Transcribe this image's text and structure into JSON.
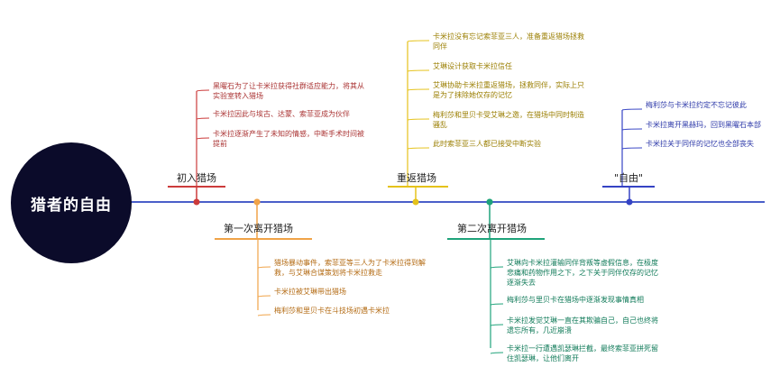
{
  "root": {
    "label": "猎者的自由"
  },
  "colors": {
    "timeline": "#4a5fc9",
    "red": "#cc3b3b",
    "orange": "#f0a348",
    "yellow": "#e5c21a",
    "green": "#1fa37a",
    "blue": "#3543c4"
  },
  "branches": [
    {
      "id": "b1",
      "label": "初入猎场",
      "color": "red",
      "leaves": [
        [
          "黑曜石为了让卡米拉获得社群适应能力，将其从",
          "实验室转入猎场"
        ],
        [
          "卡米拉因此与埃古、达蒙、索菲亚成为伙伴"
        ],
        [
          "卡米拉逐渐产生了未知的情感，中断手术时间被",
          "提前"
        ]
      ]
    },
    {
      "id": "b2",
      "label": "第一次离开猎场",
      "color": "orange",
      "leaves": [
        [
          "猎场暴动事件，索菲亚等三人为了卡米拉得到解",
          "救，与艾琳合谋策划将卡米拉救走"
        ],
        [
          "卡米拉被艾琳带出猎场"
        ],
        [
          "梅利莎和里贝卡在斗技场初遇卡米拉"
        ]
      ]
    },
    {
      "id": "b3",
      "label": "重返猎场",
      "color": "yellow",
      "leaves": [
        [
          "卡米拉没有忘记索菲亚三人，准备重返猎场拯救",
          "同伴"
        ],
        [
          "艾琳设计获取卡米拉信任"
        ],
        [
          "艾琳协助卡米拉重返猎场，拯救同伴，实际上只",
          "是为了抹除她仅存的记忆"
        ],
        [
          "梅利莎和里贝卡受艾琳之邀，在猎场中同时制造",
          "骚乱"
        ],
        [
          "此时索菲亚三人都已接受中断实验"
        ]
      ]
    },
    {
      "id": "b4",
      "label": "第二次离开猎场",
      "color": "green",
      "leaves": [
        [
          "艾琳向卡米拉灌输同伴背叛等虚假信息，在极度",
          "悲痛和药物作用之下，之下关于同伴仅存的记忆",
          "逐渐失去"
        ],
        [
          "梅利莎与里贝卡在猎场中逐渐发现事情真相"
        ],
        [
          "卡米拉发觉艾琳一直在其欺骗自己，自己也终将",
          "遗忘所有，几近崩溃"
        ],
        [
          "卡米拉一行遭遇凯瑟琳拦截，最终索菲亚拼死留",
          "住凯瑟琳，让他们离开"
        ]
      ]
    },
    {
      "id": "b5",
      "label": "\"自由\"",
      "color": "blue",
      "leaves": [
        [
          "梅利莎与卡米拉约定不忘记彼此"
        ],
        [
          "卡米拉离开黑赫玛，回到黑曜石本部"
        ],
        [
          "卡米拉关于同伴的记忆也全部丧失"
        ]
      ]
    }
  ]
}
